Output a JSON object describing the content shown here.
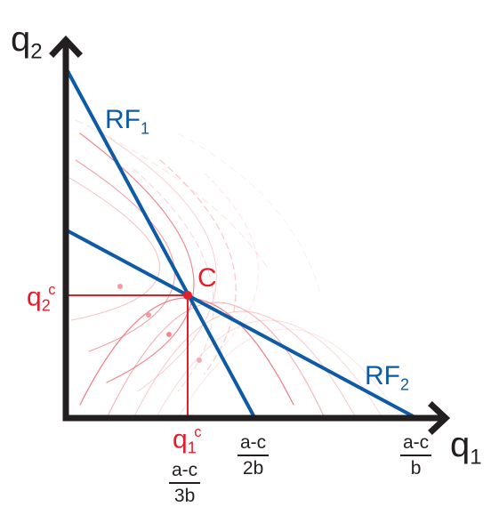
{
  "axes": {
    "y_label": {
      "base": "q",
      "sub": "2"
    },
    "x_label": {
      "base": "q",
      "sub": "1"
    }
  },
  "curves": {
    "rf1": {
      "base": "RF",
      "sub": "1"
    },
    "rf2": {
      "base": "RF",
      "sub": "2"
    }
  },
  "equilibrium": {
    "point_label": "C",
    "q2c": {
      "base": "q",
      "sub": "2",
      "sup": "c"
    },
    "q1c": {
      "base": "q",
      "sub": "1",
      "sup": "c"
    }
  },
  "x_ticks": [
    {
      "num": "a-c",
      "den": "3b"
    },
    {
      "num": "a-c",
      "den": "2b"
    },
    {
      "num": "a-c",
      "den": "b"
    }
  ],
  "colors": {
    "axis": "#231f20",
    "reaction_lines": "#0d5aa7",
    "equilibrium": "#e01f2b",
    "iso_profit": "#f08080"
  }
}
